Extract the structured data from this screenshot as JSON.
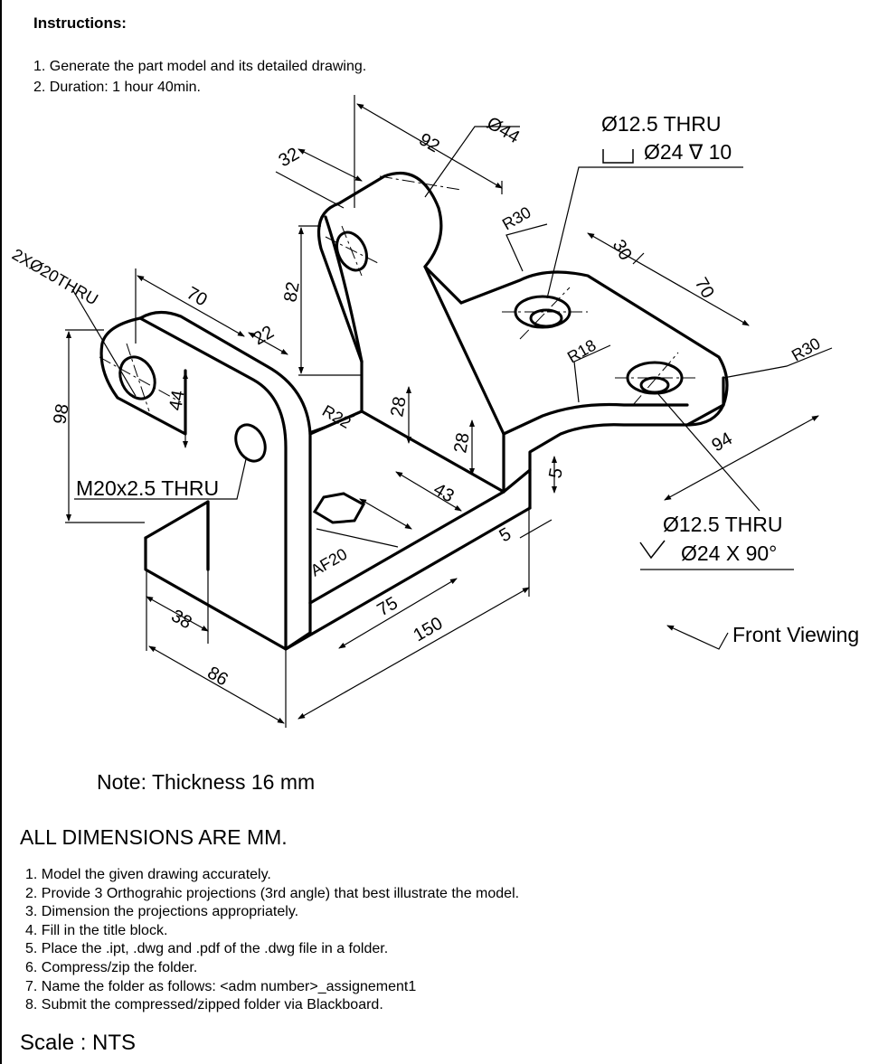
{
  "instructions": {
    "title": "Instructions:",
    "items": [
      "1. Generate the part model and its detailed drawing.",
      "2. Duration: 1 hour 40min."
    ]
  },
  "callouts": {
    "top_hole_line1": "Ø12.5 THRU",
    "top_hole_line2": "Ø24 ∇ 10",
    "bottom_hole_line1": "Ø12.5 THRU",
    "bottom_hole_line2": "Ø24 X 90°",
    "thread": "M20x2.5 THRU",
    "front_viewing": "Front Viewing"
  },
  "dimensions": {
    "d92": "92",
    "d44": "Ø44",
    "d32": "32",
    "dR30a": "R30",
    "d30": "30",
    "d70b": "70",
    "d2x20": "2XØ20THRU",
    "d70a": "70",
    "d82": "82",
    "d22": "22",
    "dR18": "R18",
    "dR30b": "R30",
    "d98": "98",
    "d44b": "44",
    "dR22": "R22",
    "d28a": "28",
    "d28b": "28",
    "d94": "94",
    "d5a": "5",
    "d43": "43",
    "d5b": "5",
    "dAF20": "AF20",
    "d38": "38",
    "d75": "75",
    "d150": "150",
    "d86": "86"
  },
  "note": "Note: Thickness 16 mm",
  "all_dims": "ALL DIMENSIONS ARE MM.",
  "steps": [
    "1. Model the given drawing accurately.",
    "2. Provide 3 Orthograhic projections (3rd angle) that best illustrate the model.",
    "3. Dimension the projections appropriately.",
    "4. Fill in the title block.",
    "5. Place the .ipt, .dwg and .pdf of the .dwg file in a folder.",
    "6. Compress/zip the folder.",
    "7. Name the folder as follows: <adm number>_assignement1",
    "8. Submit the compressed/zipped folder via Blackboard."
  ],
  "scale": "Scale : NTS"
}
